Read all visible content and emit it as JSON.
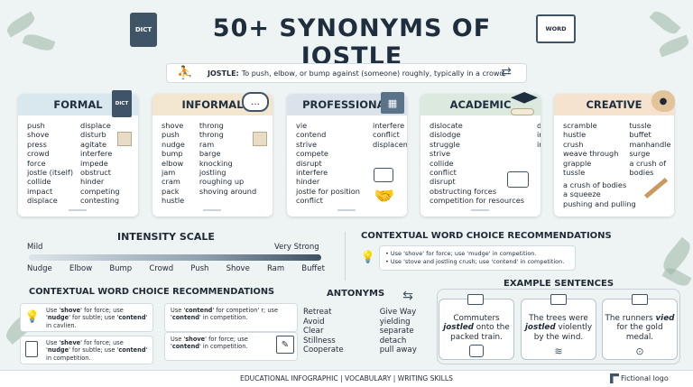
{
  "title": "50+ SYNONYMS OF JOSTLE",
  "definition": {
    "term": "JOSTLE:",
    "text": "To push, elbow, or bump against (someone) roughly, typically in a crowd."
  },
  "book_label": "DICT",
  "book_label2": "WORD",
  "categories": [
    {
      "name": "FORMAL",
      "color": "#d9e7ee",
      "col1": [
        "push",
        "shove",
        "press",
        "crowd",
        "force",
        "jostle (itself)",
        "collide",
        "impact",
        "displace"
      ],
      "col2": [
        "displace",
        "disturb",
        "agitate",
        "interfere",
        "impede",
        "obstruct",
        "hinder",
        "competing",
        "contesting"
      ],
      "icon": "book-icon",
      "icon_label": "DICT"
    },
    {
      "name": "INFORMAL",
      "color": "#f3e6cf",
      "col1": [
        "shove",
        "push",
        "nudge",
        "bump",
        "elbow",
        "jam",
        "cram",
        "pack",
        "hustle"
      ],
      "col2": [
        "throng",
        "throng",
        "ram",
        "barge",
        "knocking",
        "jostling",
        "roughing up",
        "shoving around"
      ],
      "icon": "speech-bubble-icon"
    },
    {
      "name": "PROFESSIONAL",
      "color": "#dbe2ea",
      "col1": [
        "vie",
        "contend",
        "strive",
        "compete",
        "disrupt",
        "interfere",
        "hinder",
        "jostle for position",
        "conflict"
      ],
      "col2": [
        "interfere",
        "conflict",
        "displacement"
      ],
      "icon": "storefront-icon"
    },
    {
      "name": "ACADEMIC",
      "color": "#dbe9df",
      "col1": [
        "dislocate",
        "dislodge",
        "struggle",
        "strive",
        "collide",
        "conflict",
        "disrupt",
        "obstructing forces",
        "competition for resources"
      ],
      "col2": [
        "disrupt",
        "impact",
        "interfere"
      ],
      "icon": "graduation-cap-icon"
    },
    {
      "name": "CREATIVE",
      "color": "#f5e3cf",
      "col1": [
        "scramble",
        "hustle",
        "crush",
        "weave through",
        "grapple",
        "tussle"
      ],
      "col2": [
        "tussle",
        "buffet",
        "manhandle",
        "surge",
        "a crush of",
        "bodies"
      ],
      "extra": [
        "a crush of bodies",
        "a squeeze",
        "pushing and pulling"
      ],
      "icon": "palette-icon"
    }
  ],
  "intensity": {
    "title": "INTENSITY SCALE",
    "mild": "Mild",
    "strong": "Very Strong",
    "words": [
      "Nudge",
      "Elbow",
      "Bump",
      "Crowd",
      "Push",
      "Shove",
      "Ram",
      "Buffet"
    ]
  },
  "context1": {
    "title": "CONTEXTUAL WORD CHOICE RECOMMENDATIONS",
    "items": [
      "• Use 'shove' for force; use 'mudge' in competition.",
      "• Use 'stove and jostling crush; use 'contend' in competition."
    ]
  },
  "context2": {
    "title": "CONTEXTUAL WORD CHOICE RECOMMENDATIONS",
    "tips": [
      {
        "pre": "Use '",
        "b1": "shove",
        "mid": "' for force; use '",
        "b2": "nudge",
        "post": "' for subtle; use '",
        "b3": "contend",
        "end": "' in cavlien."
      },
      {
        "pre": "Use '",
        "b1": "contend",
        "mid": "' for competion' r; use '",
        "b2": "",
        "post": "",
        "b3": "contend",
        "end": "' in competition."
      },
      {
        "pre": "Use '",
        "b1": "sheve",
        "mid": "' for force; use '",
        "b2": "nudge",
        "post": "' for subtle; use '",
        "b3": "contend",
        "end": "' in competition."
      },
      {
        "pre": "Use '",
        "b1": "shove",
        "mid": "' for force; use '",
        "b2": "",
        "post": "",
        "b3": "contend",
        "end": "' in competition."
      }
    ]
  },
  "antonyms": {
    "title": "ANTONYMS",
    "col1": [
      "Retreat",
      "Avoid",
      "Clear",
      "Stillness",
      "Cooperate"
    ],
    "col2": [
      "Give Way",
      "yielding",
      "separate",
      "detach",
      "pull away"
    ]
  },
  "examples": {
    "title": "EXAMPLE SENTENCES",
    "items": [
      {
        "pre": "Commuters ",
        "word": "jostled",
        "post": " onto the packed train."
      },
      {
        "pre": "The trees were ",
        "word": "jostled",
        "post": " violently by the wind."
      },
      {
        "pre": "The runners ",
        "word": "vied",
        "post": " for the gold medal."
      }
    ]
  },
  "footer": {
    "text": "EDUCATIONAL INFOGRAPHIC | VOCABULARY | WRITING SKILLS",
    "logo": "Fictional logo"
  }
}
